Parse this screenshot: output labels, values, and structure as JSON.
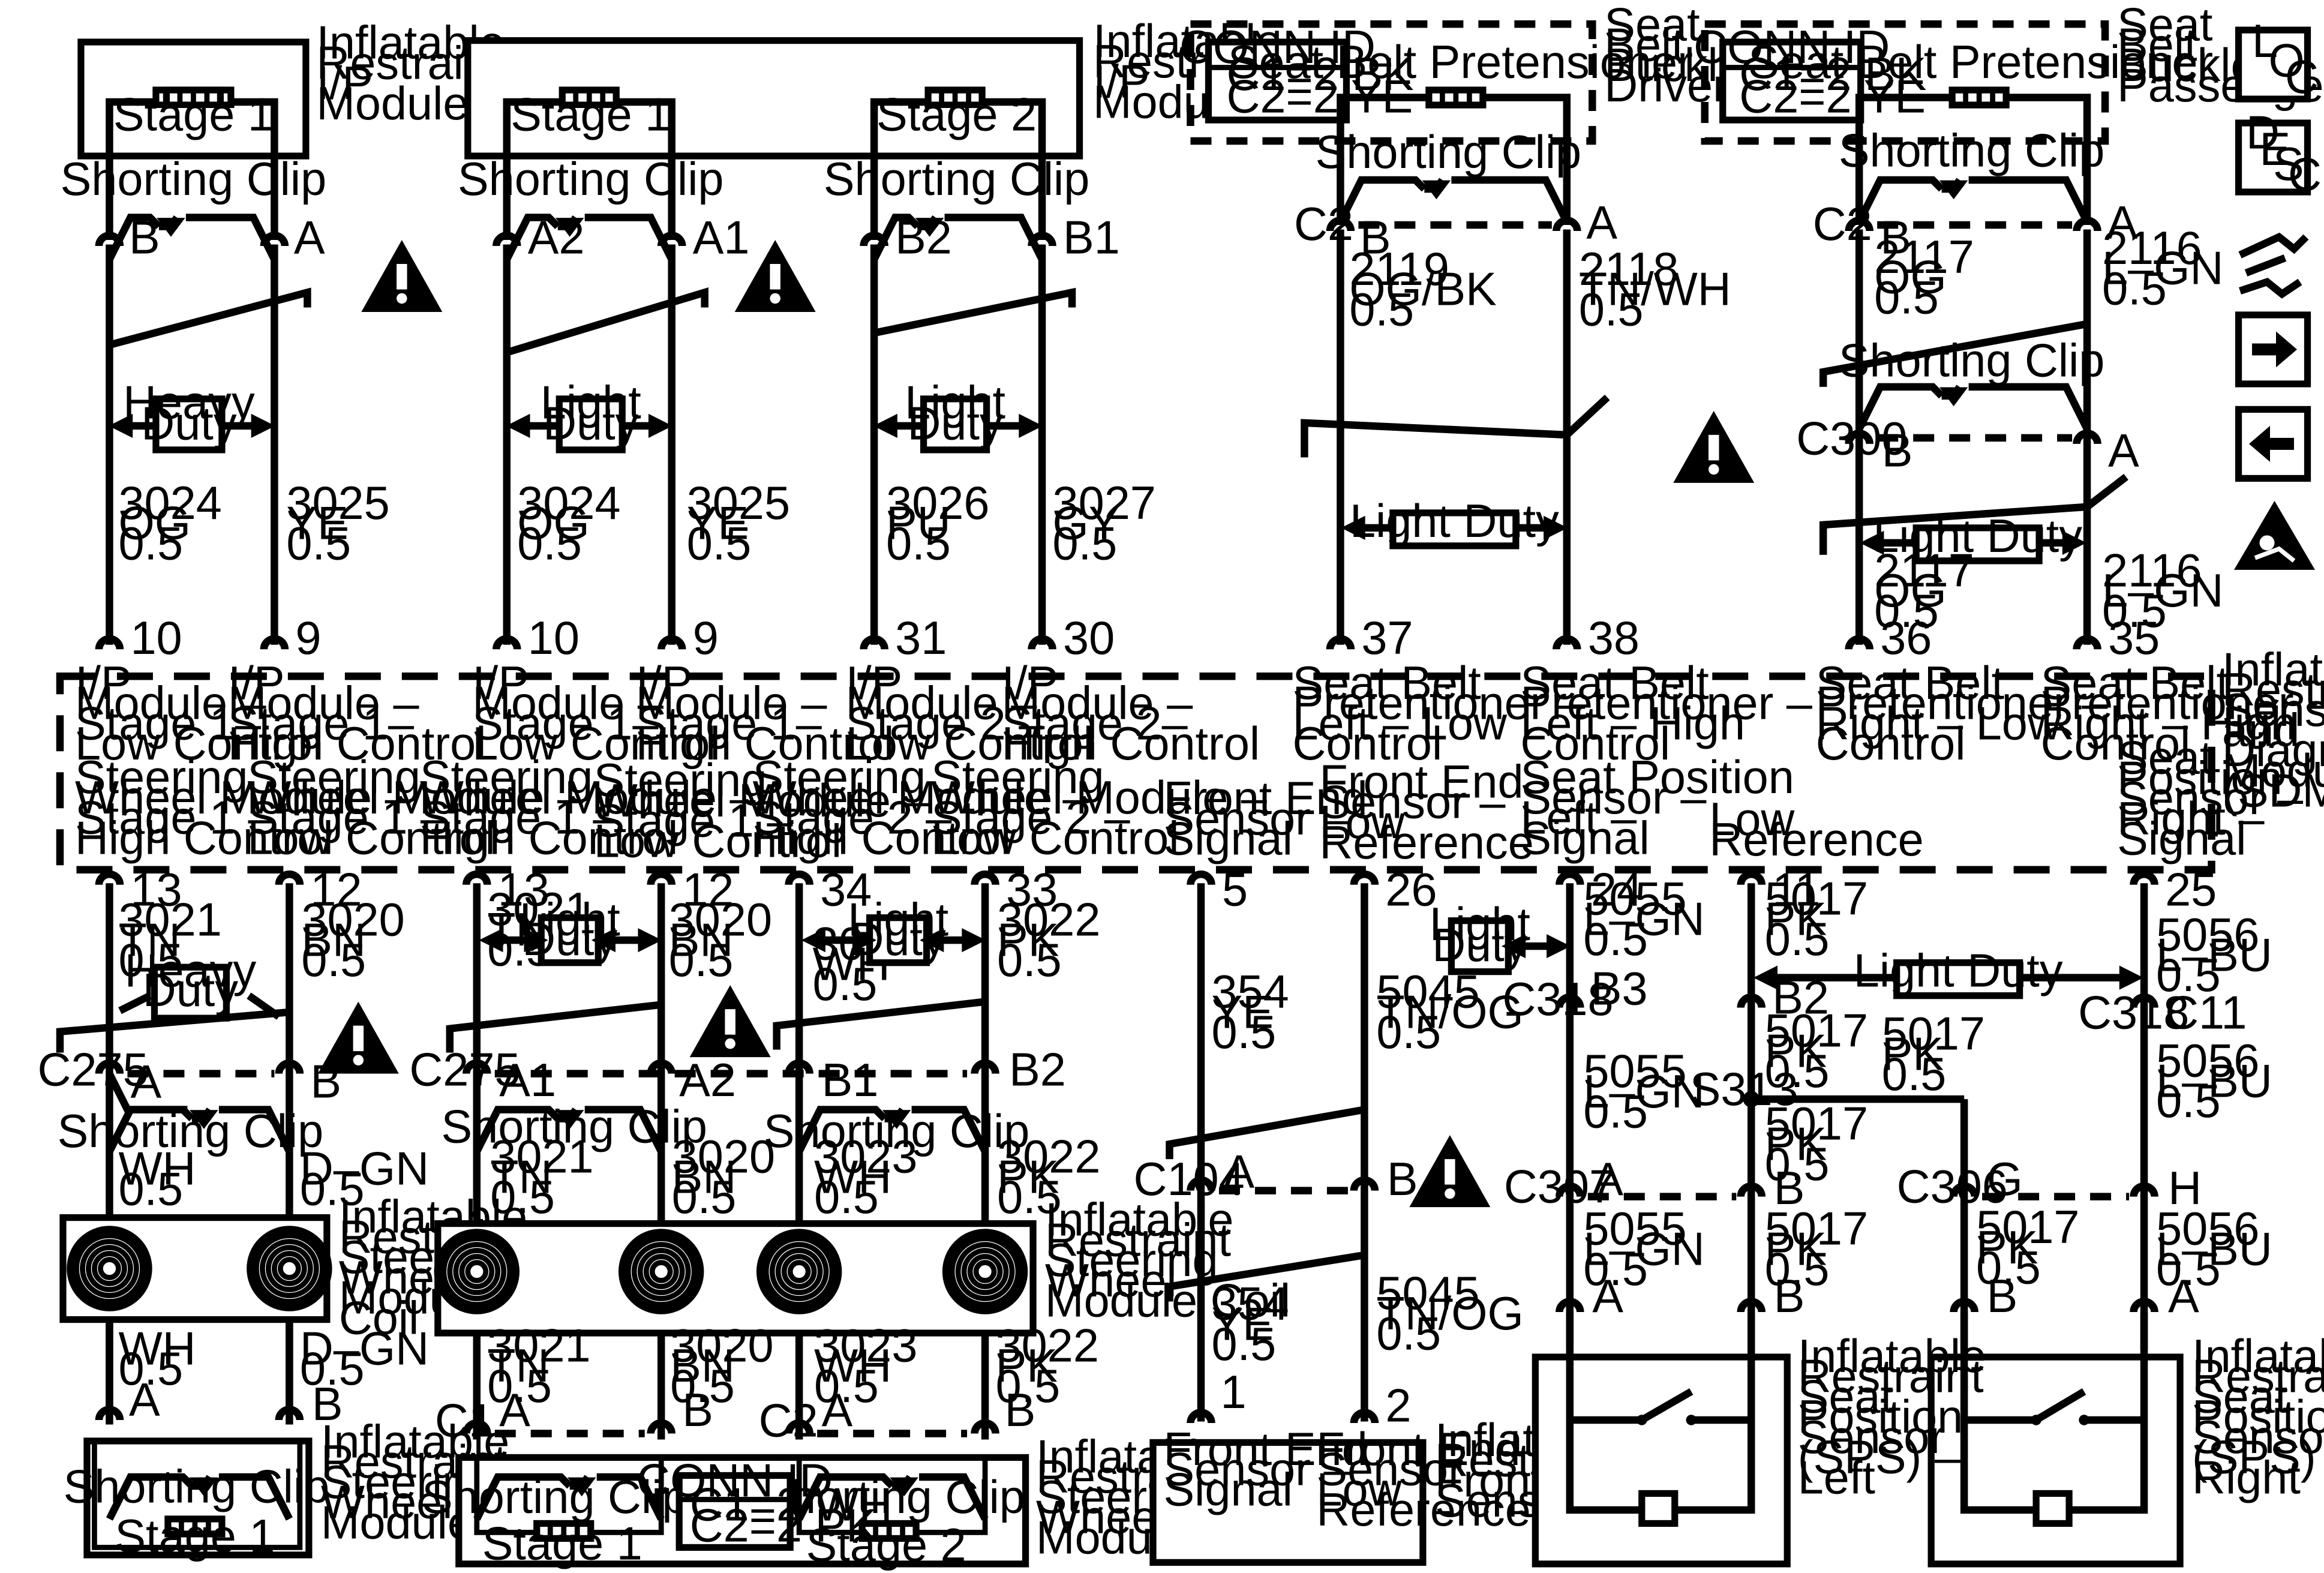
{
  "sdm": {
    "label": [
      "Inflatable",
      "Restraint",
      "Sensing",
      "and",
      "Diagnostic",
      "Module",
      "(SDM)"
    ]
  },
  "pins_top": [
    "10",
    "9",
    "10",
    "9",
    "31",
    "30",
    "37",
    "38",
    "36",
    "35"
  ],
  "pins_bottom": [
    "13",
    "12",
    "13",
    "12",
    "34",
    "33",
    "5",
    "26",
    "24",
    "11",
    "25"
  ],
  "sdm_top_labels": [
    [
      "I/P",
      "Module –",
      "Stage 1–",
      "Low Control"
    ],
    [
      "I/P",
      "Module –",
      "Stage 1–",
      "High Control"
    ],
    [
      "I/P",
      "Module –",
      "Stage 1–",
      "Low Control"
    ],
    [
      "I/P",
      "Module –",
      "Stage 1–",
      "High Control"
    ],
    [
      "I/P",
      "Module –",
      "Stage 2 –",
      "Low Control"
    ],
    [
      "I/P",
      "Module –",
      "Stage 2–",
      "High Control"
    ],
    [
      "Seat Belt",
      "Pretentioner –",
      "Left – Low",
      "Control"
    ],
    [
      "Seat Belt",
      "Pretentioner –",
      "Left – High",
      "Control"
    ],
    [
      "Seat Belt",
      "Pretentioner –",
      "Right – Low",
      "Control"
    ],
    [
      "Seat Belt",
      "Pretentioner –",
      "Right – High",
      "Control"
    ]
  ],
  "sdm_bottom_labels": [
    [
      "Steering",
      "Wheel Module –",
      "Stage 1 –",
      "High Control"
    ],
    [
      "Steering",
      "Wheel Module –",
      "Stage 1 –",
      "Low Control"
    ],
    [
      "Steering",
      "Wheel Module –",
      "Stage 1 –",
      "High Control"
    ],
    [
      "Steering",
      "Wheel Module –",
      "Stage 1 –",
      "Low Control"
    ],
    [
      "Steering",
      "Wheel Module –",
      "Stage 2 –",
      "High Control"
    ],
    [
      "Steering",
      "Wheel Module –",
      "Stage 2 –",
      "Low Control"
    ],
    [
      "Front End",
      "Sensor –",
      "Signal"
    ],
    [
      "Front End",
      "Sensor –",
      "Low",
      "Reference"
    ],
    [
      "Seat Position",
      "Sensor –",
      "Left –",
      "Signal"
    ],
    [
      "Low",
      "Reference"
    ],
    [
      "Seat",
      "Position",
      "Sensor –",
      "Right –",
      "Signal"
    ]
  ],
  "ip_module_1": {
    "label": [
      "Inflatable",
      "Restraint",
      "I/P",
      "Module"
    ],
    "stage": "Stage 1",
    "clip": "Shorting Clip",
    "pins": [
      "B",
      "A"
    ]
  },
  "ip_module_2": {
    "label": [
      "Inflatable",
      "Restraint",
      "I/P",
      "Module"
    ],
    "stage1": "Stage 1",
    "stage2": "Stage 2",
    "clip": "Shorting Clip",
    "pins": [
      "A2",
      "A1",
      "B2",
      "B1"
    ]
  },
  "pretensioner_driver": {
    "label": [
      "Seat",
      "Belt",
      "Buckle –",
      "Driver"
    ],
    "title": "Seat Belt Pretensioner",
    "conn_id": [
      "CONN ID",
      "C1=2 BK",
      "C2=2 YE"
    ],
    "clip": "Shorting Clip",
    "conn": "C2",
    "pins": [
      "B",
      "A"
    ]
  },
  "pretensioner_passenger": {
    "label": [
      "Seat",
      "Belt",
      "Buckle –",
      "Passenger"
    ],
    "title": "Seat Belt Pretensioner",
    "conn_id": [
      "CONN ID",
      "C1=2 BK",
      "C2=2 YE"
    ],
    "clip": "Shorting Clip",
    "conn": "C2",
    "pins": [
      "B",
      "A"
    ],
    "c300": "C300",
    "c300_pins": [
      "B",
      "A"
    ]
  },
  "wires_upper": [
    [
      "3024",
      "OG",
      "0.5"
    ],
    [
      "3025",
      "YE",
      "0.5"
    ],
    [
      "3024",
      "OG",
      "0.5"
    ],
    [
      "3025",
      "YE",
      "0.5"
    ],
    [
      "3026",
      "PU",
      "0.5"
    ],
    [
      "3027",
      "GY",
      "0.5"
    ],
    [
      "2119",
      "OG/BK",
      "0.5"
    ],
    [
      "2118",
      "TN/WH",
      "0.5"
    ],
    [
      "2117",
      "OG",
      "0.5"
    ],
    [
      "2116",
      "L–GN",
      "0.5"
    ],
    [
      "2117",
      "OG",
      "0.5"
    ],
    [
      "2116",
      "L–GN",
      "0.5"
    ]
  ],
  "duty": {
    "heavy": [
      "Heavy",
      "Duty"
    ],
    "light": [
      "Light",
      "Duty"
    ],
    "light_inline": "Light Duty"
  },
  "wires_lower": [
    [
      "3021",
      "TN",
      "0.5"
    ],
    [
      "3020",
      "BN",
      "0.5"
    ],
    [
      "3021",
      "TN",
      "0.5"
    ],
    [
      "3020",
      "BN",
      "0.5"
    ],
    [
      "3023",
      "WH",
      "0.5"
    ],
    [
      "3022",
      "PK",
      "0.5"
    ],
    [
      "354",
      "YE",
      "0.5"
    ],
    [
      "5045",
      "TN/OG",
      "0.5"
    ],
    [
      "5055",
      "L–GN",
      "0.5"
    ],
    [
      "5017",
      "PK",
      "0.5"
    ],
    [
      "5056",
      "L–BU",
      "0.5"
    ]
  ],
  "c275": {
    "name": "C275",
    "pins_a": [
      "A",
      "B"
    ],
    "pins_b": [
      "A1",
      "A2",
      "B1",
      "B2"
    ],
    "clip": "Shorting Clip"
  },
  "coil": {
    "label_1": [
      "Inflatable",
      "Restraint",
      "Steering",
      "Wheel",
      "Module",
      "Coil"
    ],
    "label_2": [
      "Inflatable",
      "Restraint",
      "Steering",
      "Wheel",
      "Module Coil"
    ]
  },
  "coil_wires": [
    [
      "WH",
      "0.5"
    ],
    [
      "D–GN",
      "0.5"
    ],
    [
      "3021",
      "TN",
      "0.5"
    ],
    [
      "3020",
      "BN",
      "0.5"
    ],
    [
      "3023",
      "WH",
      "0.5"
    ],
    [
      "3022",
      "PK",
      "0.5"
    ],
    [
      "WH",
      "0.5"
    ],
    [
      "D–GN",
      "0.5"
    ]
  ],
  "sw_module_1": {
    "label": [
      "Inflatable",
      "Restraint",
      "Steering",
      "Wheel",
      "Module"
    ],
    "clip": "Shorting Clip",
    "stage": "Stage 1",
    "pins": [
      "A",
      "B"
    ]
  },
  "sw_module_2": {
    "label": [
      "Inflatable",
      "Restraint",
      "Steering",
      "Wheel",
      "Module"
    ],
    "clip": "Shorting Clip",
    "stage1": "Stage 1",
    "stage2": "Stage 2",
    "c1": "C1",
    "c2": "C2",
    "pins": [
      "A",
      "B",
      "A",
      "B"
    ],
    "conn_id": [
      "CONN ID",
      "C1=2 WH",
      "C2=2 PK"
    ]
  },
  "front_end": {
    "label": [
      "Inflatable",
      "Restraint",
      "Front End",
      "Sensor"
    ],
    "pin1": [
      "Front End",
      "Sensor –",
      "Signal"
    ],
    "pin2": [
      "Front End",
      "Sensor –",
      "Low",
      "Reference"
    ],
    "c104": "C104",
    "c104_pins": [
      "A",
      "B"
    ],
    "pin_nums": [
      "1",
      "2"
    ]
  },
  "sps": {
    "c318": "C318",
    "c318_pins": [
      "B3",
      "B2",
      "C11"
    ],
    "s313": "S313",
    "c307": "C307",
    "c307_pins": [
      "A",
      "B"
    ],
    "c306": "C306",
    "c306_pins": [
      "G",
      "H"
    ],
    "left_label": [
      "Inflatable",
      "Restraint",
      "Seat",
      "Position",
      "Sensor",
      "(SPS) –",
      "Left"
    ],
    "right_label": [
      "Inflatable",
      "Restraint",
      "Seat",
      "Position",
      "Sensor",
      "(SPS) –",
      "Right"
    ],
    "pins": [
      "A",
      "B",
      "B",
      "A"
    ],
    "extra_wire": [
      "5017",
      "PK",
      "0.5"
    ]
  },
  "icons": {
    "loc": [
      "L",
      "O",
      "C"
    ],
    "desc": [
      "D",
      "E",
      "S",
      "C"
    ]
  },
  "colors": {
    "ink": "#000000",
    "background": "#ffffff"
  }
}
